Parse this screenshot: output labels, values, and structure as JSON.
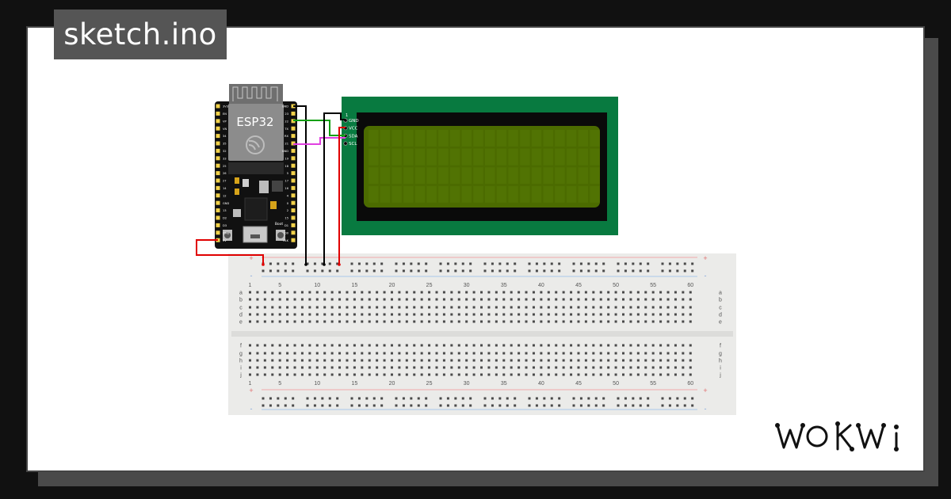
{
  "header": {
    "title": "sketch.ino"
  },
  "logo": {
    "text": "WOKWI",
    "alt": "Wokwi"
  },
  "esp32": {
    "label": "ESP32",
    "boot_label": "Boot",
    "left_pins": [
      "3V3",
      "EN",
      "VP",
      "VN",
      "34",
      "35",
      "32",
      "33",
      "25",
      "26",
      "27",
      "14",
      "12",
      "GND",
      "13",
      "D2",
      "D3",
      "CMD",
      "5V"
    ],
    "right_pins": [
      "GND",
      "23",
      "22",
      "TX",
      "RX",
      "21",
      "GND",
      "19",
      "18",
      "5",
      "17",
      "16",
      "4",
      "0",
      "2",
      "15",
      "D1",
      "D0",
      "CLK"
    ]
  },
  "lcd": {
    "pin_one_marker": "1",
    "pins": [
      "GND",
      "VCC",
      "SDA",
      "SCL"
    ],
    "colors": {
      "pcb": "#087a40",
      "bezel": "#0a0a0a",
      "screen": "#4b6b00",
      "cell": "#587a06"
    }
  },
  "breadboard": {
    "column_numbers": [
      "1",
      "5",
      "10",
      "15",
      "20",
      "25",
      "30",
      "35",
      "40",
      "45",
      "50",
      "55",
      "60"
    ],
    "rows_top": [
      "a",
      "b",
      "c",
      "d",
      "e"
    ],
    "rows_bottom": [
      "f",
      "g",
      "h",
      "i",
      "j"
    ],
    "rail_plus": "+",
    "rail_minus": "-"
  },
  "wires": {
    "colors": {
      "gnd": "#000000",
      "vcc": "#e00000",
      "sda": "#10a010",
      "scl": "#e040e0"
    }
  }
}
